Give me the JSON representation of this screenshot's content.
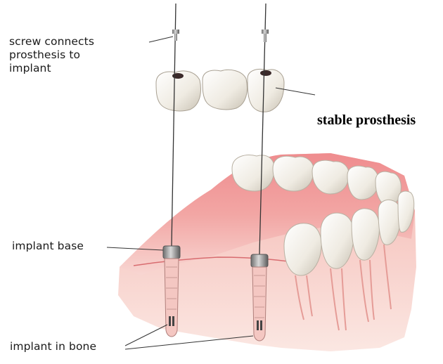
{
  "labels": {
    "screw_line1": "screw connects",
    "screw_line2": "prosthesis to",
    "screw_line3": "implant",
    "stable_prosthesis": "stable prosthesis",
    "implant_base": "implant base",
    "implant_in_bone": "implant in bone"
  },
  "colors": {
    "gum": "#e8747a",
    "gum_light": "#f5b3b2",
    "tooth": "#f4f1ea",
    "tooth_shadow": "#c9c2b4",
    "metal": "#8a8a8a",
    "text": "#1a1a1a"
  }
}
